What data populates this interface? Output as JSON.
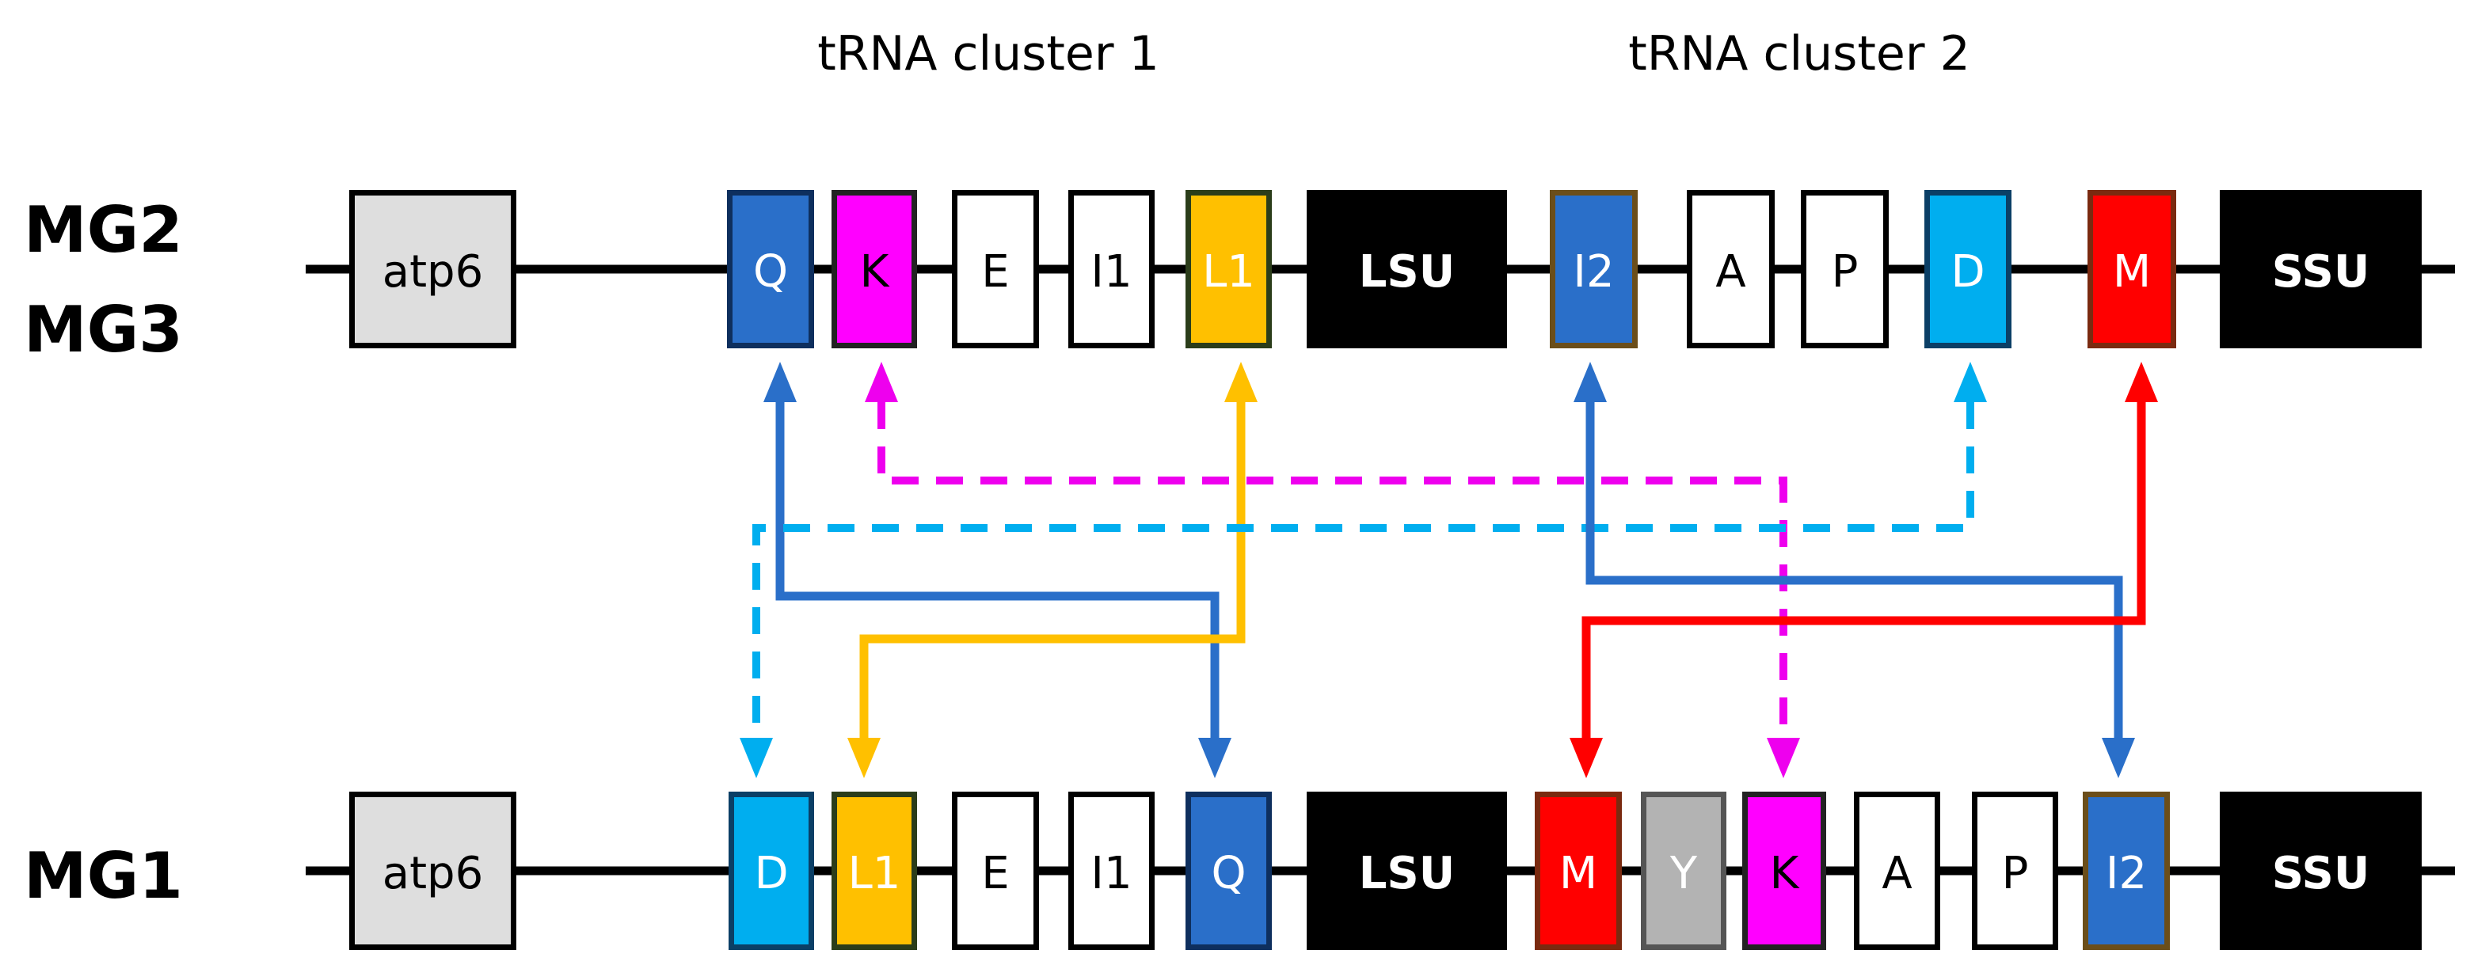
{
  "cluster_titles": [
    "tRNA cluster 1",
    "tRNA cluster 2"
  ],
  "rows": [
    {
      "id": "top",
      "labels": [
        "MG2",
        "MG3"
      ],
      "genes": [
        {
          "label": "atp6",
          "fill": "#DEDEDE",
          "stroke": "#000000",
          "text": "#000000",
          "kind": "protein"
        },
        {
          "label": "Q",
          "fill": "#2A6FC9",
          "stroke": "#0E2F5E",
          "text": "#FFFFFF",
          "kind": "trna"
        },
        {
          "label": "K",
          "fill": "#FF00FF",
          "stroke": "#222222",
          "text": "#000000",
          "kind": "trna"
        },
        {
          "label": "E",
          "fill": "#FFFFFF",
          "stroke": "#000000",
          "text": "#000000",
          "kind": "trna"
        },
        {
          "label": "I1",
          "fill": "#FFFFFF",
          "stroke": "#000000",
          "text": "#000000",
          "kind": "trna"
        },
        {
          "label": "L1",
          "fill": "#FFC000",
          "stroke": "#2B3D1A",
          "text": "#FFFFFF",
          "kind": "trna"
        },
        {
          "label": "LSU",
          "fill": "#000000",
          "stroke": "#000000",
          "text": "#FFFFFF",
          "kind": "rrna"
        },
        {
          "label": "I2",
          "fill": "#2A6FC9",
          "stroke": "#6B4E1A",
          "text": "#FFFFFF",
          "kind": "trna"
        },
        {
          "label": "A",
          "fill": "#FFFFFF",
          "stroke": "#000000",
          "text": "#000000",
          "kind": "trna"
        },
        {
          "label": "P",
          "fill": "#FFFFFF",
          "stroke": "#000000",
          "text": "#000000",
          "kind": "trna"
        },
        {
          "label": "D",
          "fill": "#00AEEF",
          "stroke": "#0B3F66",
          "text": "#FFFFFF",
          "kind": "trna"
        },
        {
          "label": "M",
          "fill": "#FF0000",
          "stroke": "#7A2A10",
          "text": "#FFFFFF",
          "kind": "trna"
        },
        {
          "label": "SSU",
          "fill": "#000000",
          "stroke": "#000000",
          "text": "#FFFFFF",
          "kind": "rrna"
        }
      ]
    },
    {
      "id": "bottom",
      "labels": [
        "MG1"
      ],
      "genes": [
        {
          "label": "atp6",
          "fill": "#DEDEDE",
          "stroke": "#000000",
          "text": "#000000",
          "kind": "protein"
        },
        {
          "label": "D",
          "fill": "#00AEEF",
          "stroke": "#0B3F66",
          "text": "#FFFFFF",
          "kind": "trna"
        },
        {
          "label": "L1",
          "fill": "#FFC000",
          "stroke": "#2B3D1A",
          "text": "#FFFFFF",
          "kind": "trna"
        },
        {
          "label": "E",
          "fill": "#FFFFFF",
          "stroke": "#000000",
          "text": "#000000",
          "kind": "trna"
        },
        {
          "label": "I1",
          "fill": "#FFFFFF",
          "stroke": "#000000",
          "text": "#000000",
          "kind": "trna"
        },
        {
          "label": "Q",
          "fill": "#2A6FC9",
          "stroke": "#0E2F5E",
          "text": "#FFFFFF",
          "kind": "trna"
        },
        {
          "label": "LSU",
          "fill": "#000000",
          "stroke": "#000000",
          "text": "#FFFFFF",
          "kind": "rrna"
        },
        {
          "label": "M",
          "fill": "#FF0000",
          "stroke": "#7A2A10",
          "text": "#FFFFFF",
          "kind": "trna"
        },
        {
          "label": "Y",
          "fill": "#B3B3B3",
          "stroke": "#555555",
          "text": "#FFFFFF",
          "kind": "trna"
        },
        {
          "label": "K",
          "fill": "#FF00FF",
          "stroke": "#222222",
          "text": "#000000",
          "kind": "trna"
        },
        {
          "label": "A",
          "fill": "#FFFFFF",
          "stroke": "#000000",
          "text": "#000000",
          "kind": "trna"
        },
        {
          "label": "P",
          "fill": "#FFFFFF",
          "stroke": "#000000",
          "text": "#000000",
          "kind": "trna"
        },
        {
          "label": "I2",
          "fill": "#2A6FC9",
          "stroke": "#6B4E1A",
          "text": "#FFFFFF",
          "kind": "trna"
        },
        {
          "label": "SSU",
          "fill": "#000000",
          "stroke": "#000000",
          "text": "#FFFFFF",
          "kind": "rrna"
        }
      ]
    }
  ],
  "translocations": [
    {
      "gene": "Q",
      "color": "#2A6FC9",
      "style": "solid"
    },
    {
      "gene": "K",
      "color": "#EE00EE",
      "style": "dashed"
    },
    {
      "gene": "L1",
      "color": "#FFC000",
      "style": "solid"
    },
    {
      "gene": "D",
      "color": "#00AEEF",
      "style": "dashed"
    },
    {
      "gene": "I2",
      "color": "#2A6FC9",
      "style": "solid"
    },
    {
      "gene": "M",
      "color": "#FF0000",
      "style": "solid"
    }
  ]
}
